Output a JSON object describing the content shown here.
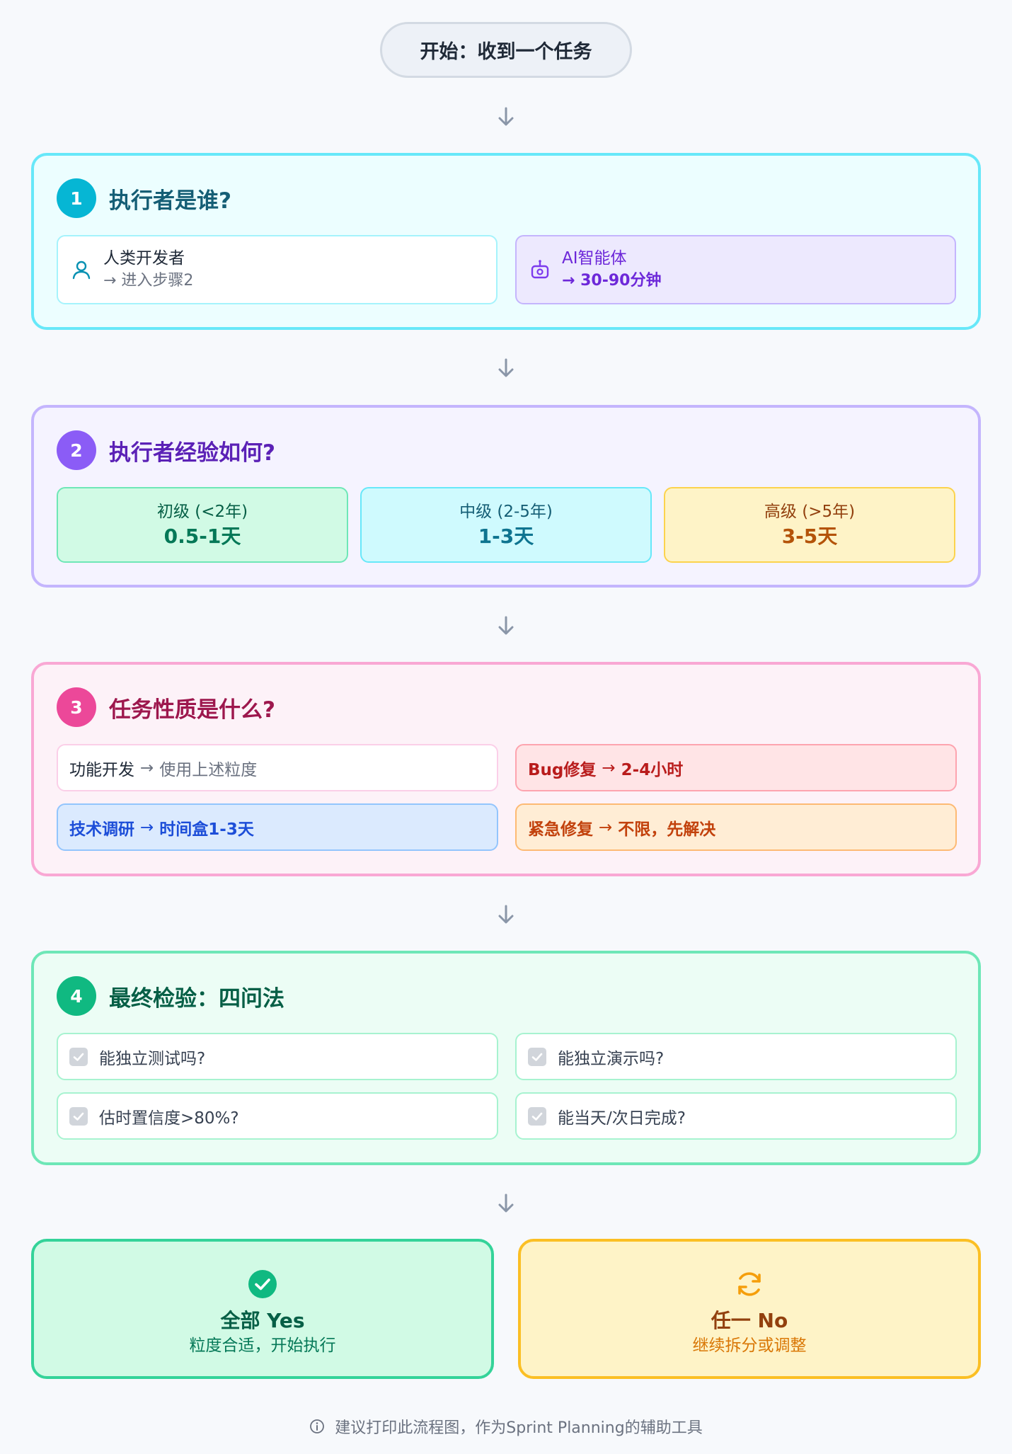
{
  "start": {
    "label": "开始：收到一个任务"
  },
  "steps": [
    {
      "number": "1",
      "title": "执行者是谁?",
      "options": [
        {
          "icon": "user-icon",
          "label": "人类开发者",
          "detail": "→ 进入步骤2"
        },
        {
          "icon": "robot-icon",
          "label": "AI智能体",
          "detail": "→ 30-90分钟"
        }
      ]
    },
    {
      "number": "2",
      "title": "执行者经验如何?",
      "levels": [
        {
          "level": "初级 (<2年)",
          "duration": "0.5-1天",
          "color": "#047857"
        },
        {
          "level": "中级 (2-5年)",
          "duration": "1-3天",
          "color": "#0e7490"
        },
        {
          "level": "高级 (>5年)",
          "duration": "3-5天",
          "color": "#b45309"
        }
      ]
    },
    {
      "number": "3",
      "title": "任务性质是什么?",
      "tasks": [
        {
          "name": "功能开发",
          "arrow": "→",
          "rule": "使用上述粒度"
        },
        {
          "name": "Bug修复",
          "arrow": "→",
          "rule": "2-4小时"
        },
        {
          "name": "技术调研",
          "arrow": "→",
          "rule": "时间盒1-3天"
        },
        {
          "name": "紧急修复",
          "arrow": "→",
          "rule": "不限，先解决"
        }
      ]
    },
    {
      "number": "4",
      "title": "最终检验：四问法",
      "checks": [
        "能独立测试吗?",
        "能独立演示吗?",
        "估时置信度>80%?",
        "能当天/次日完成?"
      ]
    }
  ],
  "outcomes": {
    "yes": {
      "icon": "check-circle-icon",
      "title": "全部 Yes",
      "subtitle": "粒度合适，开始执行"
    },
    "no": {
      "icon": "refresh-icon",
      "title": "任一 No",
      "subtitle": "继续拆分或调整"
    }
  },
  "footer": {
    "icon": "info-icon",
    "text": "建议打印此流程图，作为Sprint Planning的辅助工具"
  }
}
